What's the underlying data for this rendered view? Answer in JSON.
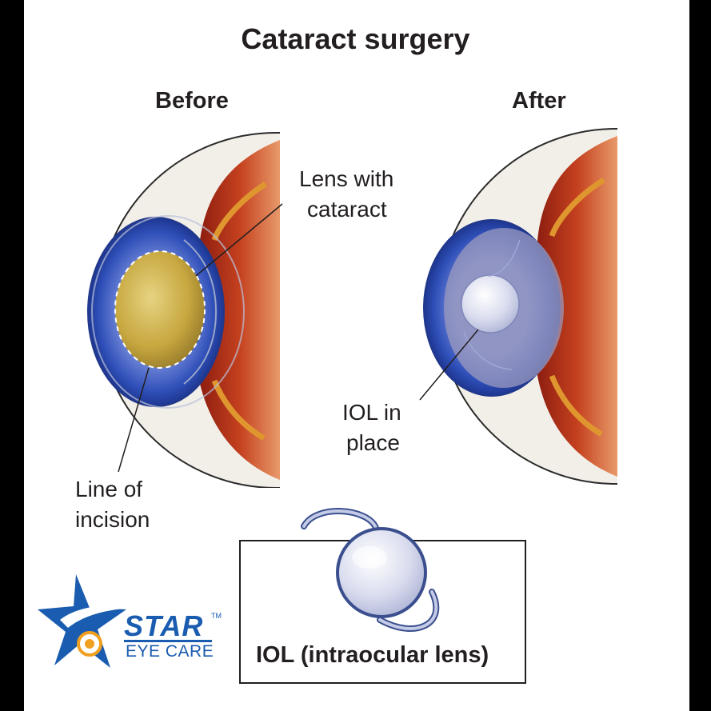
{
  "title": "Cataract surgery",
  "before_heading": "Before",
  "after_heading": "After",
  "labels": {
    "lens_with_cataract_line1": "Lens with",
    "lens_with_cataract_line2": "cataract",
    "line_of_incision_line1": "Line of",
    "line_of_incision_line2": "incision",
    "iol_in_place_line1": "IOL in",
    "iol_in_place_line2": "place",
    "iol_box_caption": "IOL (intraocular lens)"
  },
  "logo": {
    "word1": "STAR",
    "word2": "EYE CARE",
    "tm": "TM"
  },
  "colors": {
    "iris_blue": "#3b5fc4",
    "cataract_lens": "#c9ad45",
    "retina_red": "#c0392b",
    "sclera": "#f4f0ec",
    "iol_lens": "#d8dcf0",
    "brand_blue": "#1a5cb0",
    "brand_orange": "#f0a020"
  }
}
